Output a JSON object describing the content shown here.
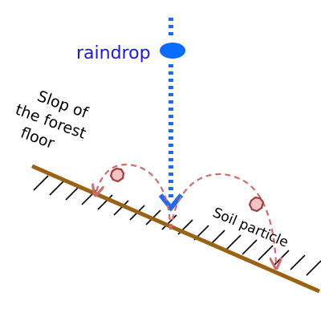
{
  "labels": {
    "raindrop": "raindrop",
    "slope_line1": "Slop of",
    "slope_line2": "the forest",
    "slope_line3": "floor",
    "soil_particle": "Soil particle"
  },
  "colors": {
    "raindrop": "#0a6cff",
    "drop_path": "#1f6bf0",
    "slope": "#9a6212",
    "hatch": "#000000",
    "splash": "#d06b6b",
    "particle_fill": "#f1c5c5",
    "particle_stroke": "#a83838"
  },
  "icons": {
    "raindrop": "raindrop-icon",
    "soil_particle": "soil-particle-icon"
  }
}
